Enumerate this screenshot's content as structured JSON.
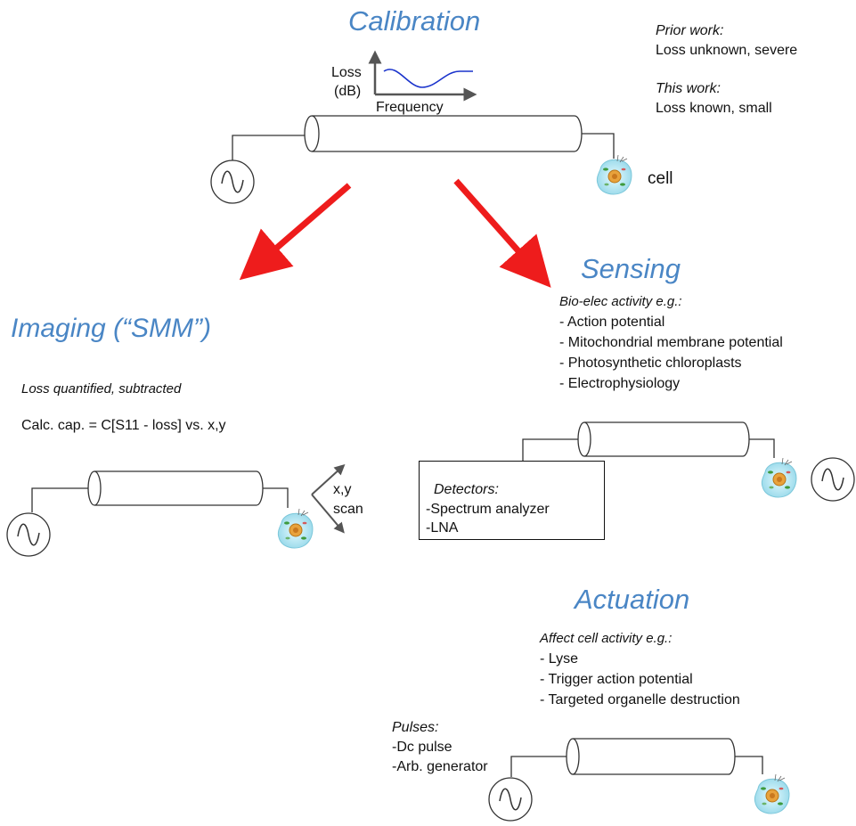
{
  "calibration": {
    "title": "Calibration",
    "graph": {
      "ylabel_line1": "Loss",
      "ylabel_line2": "(dB)",
      "xlabel": "Frequency"
    },
    "prior_label": "Prior work:",
    "prior_text": "Loss unknown, severe",
    "this_label": "This work:",
    "this_text": "Loss known, small",
    "cell_label": "cell"
  },
  "imaging": {
    "title": "Imaging (“SMM”)",
    "note": "Loss quantified, subtracted",
    "formula": "Calc. cap. = C[S11 - loss] vs. x,y",
    "scan_line1": "x,y",
    "scan_line2": "scan"
  },
  "sensing": {
    "title": "Sensing",
    "subtitle": "Bio-elec activity e.g.:",
    "items": [
      "- Action potential",
      "- Mitochondrial membrane potential",
      "- Photosynthetic chloroplasts",
      "- Electrophysiology"
    ],
    "detectors_title": "Detectors:",
    "detectors": [
      "-Spectrum analyzer",
      "-LNA"
    ]
  },
  "actuation": {
    "title": "Actuation",
    "subtitle": "Affect cell activity e.g.:",
    "items": [
      "- Lyse",
      "- Trigger action potential",
      "- Targeted organelle destruction"
    ],
    "pulses_title": "Pulses:",
    "pulses": [
      "-Dc pulse",
      "-Arb. generator"
    ]
  },
  "colors": {
    "heading": "#4a86c5",
    "arrow": "#ee1c1c",
    "cell_fill": "#bfe9f3",
    "nucleus": "#e8a23c",
    "wave": "#1a33cc"
  }
}
